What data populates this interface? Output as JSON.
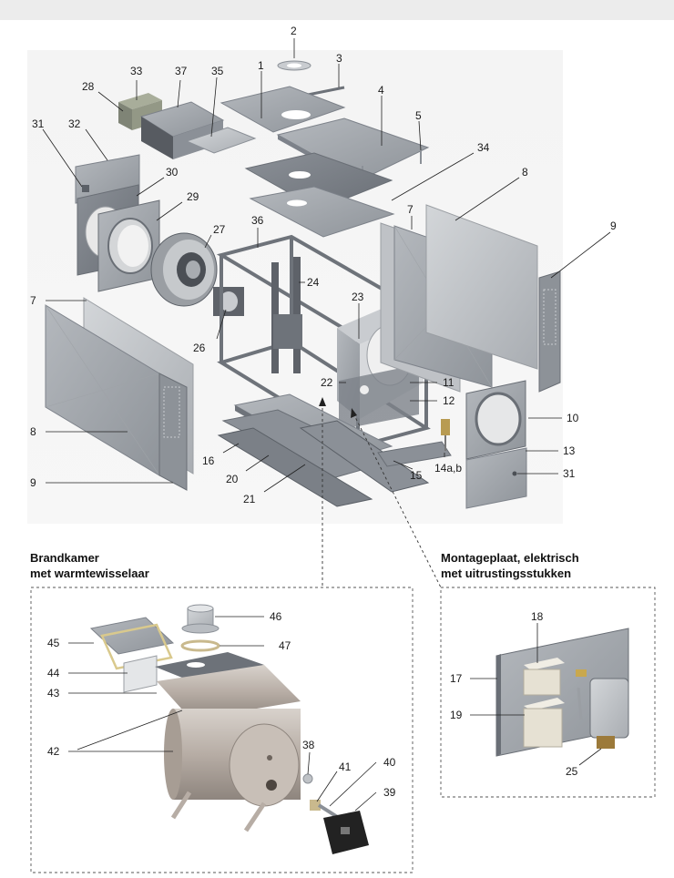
{
  "captions": {
    "combustion": [
      "Brandkamer",
      "met warmtewisselaar"
    ],
    "mounting": [
      "Montageplaat, elektrisch",
      "met uitrustingsstukken"
    ]
  },
  "labels": {
    "n1": "1",
    "n2": "2",
    "n3": "3",
    "n4": "4",
    "n5": "5",
    "n7a": "7",
    "n7b": "7",
    "n8a": "8",
    "n8b": "8",
    "n9a": "9",
    "n9b": "9",
    "n10": "10",
    "n11": "11",
    "n12": "12",
    "n13": "13",
    "n14": "14a,b",
    "n15": "15",
    "n16": "16",
    "n17": "17",
    "n18": "18",
    "n19": "19",
    "n20": "20",
    "n21": "21",
    "n22": "22",
    "n23": "23",
    "n24": "24",
    "n25": "25",
    "n26": "26",
    "n27": "27",
    "n28": "28",
    "n29": "29",
    "n30": "30",
    "n31a": "31",
    "n31b": "31",
    "n32": "32",
    "n33": "33",
    "n34": "34",
    "n35": "35",
    "n36": "36",
    "n37": "37",
    "n38": "38",
    "n39": "39",
    "n40": "40",
    "n41": "41",
    "n42": "42",
    "n43": "43",
    "n44": "44",
    "n45": "45",
    "n46": "46",
    "n47": "47"
  },
  "colors": {
    "sheet": "#a3a7ad",
    "sheet_dark": "#7d828a",
    "sheet_light": "#c4c7cb",
    "frame": "#6e737a",
    "steel": "#b8b2ac"
  }
}
